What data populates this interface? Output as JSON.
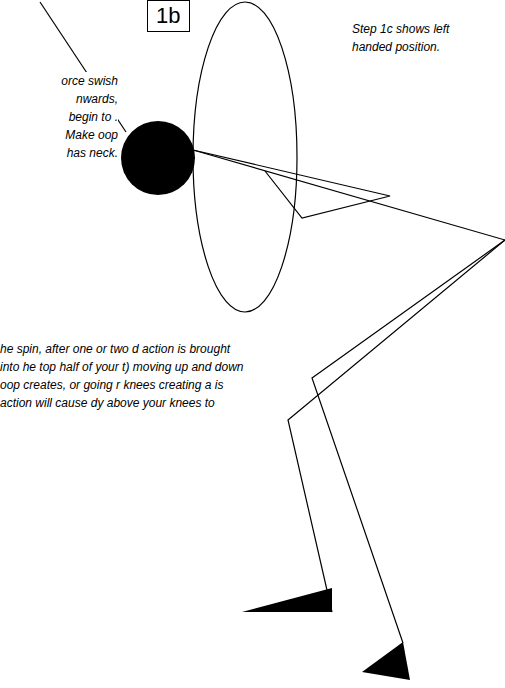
{
  "diagram": {
    "nodes": [
      {
        "text": [
          "1b"
        ]
      }
    ],
    "labels": [
      "Step 1c shows left handed position.",
      "orce swish nwards, begin to . Make oop has neck.",
      "he spin, after one or two d action is brought into he top half of your t) moving up and down oop creates, or going r knees creating a is action will cause dy above your knees to"
    ]
  }
}
